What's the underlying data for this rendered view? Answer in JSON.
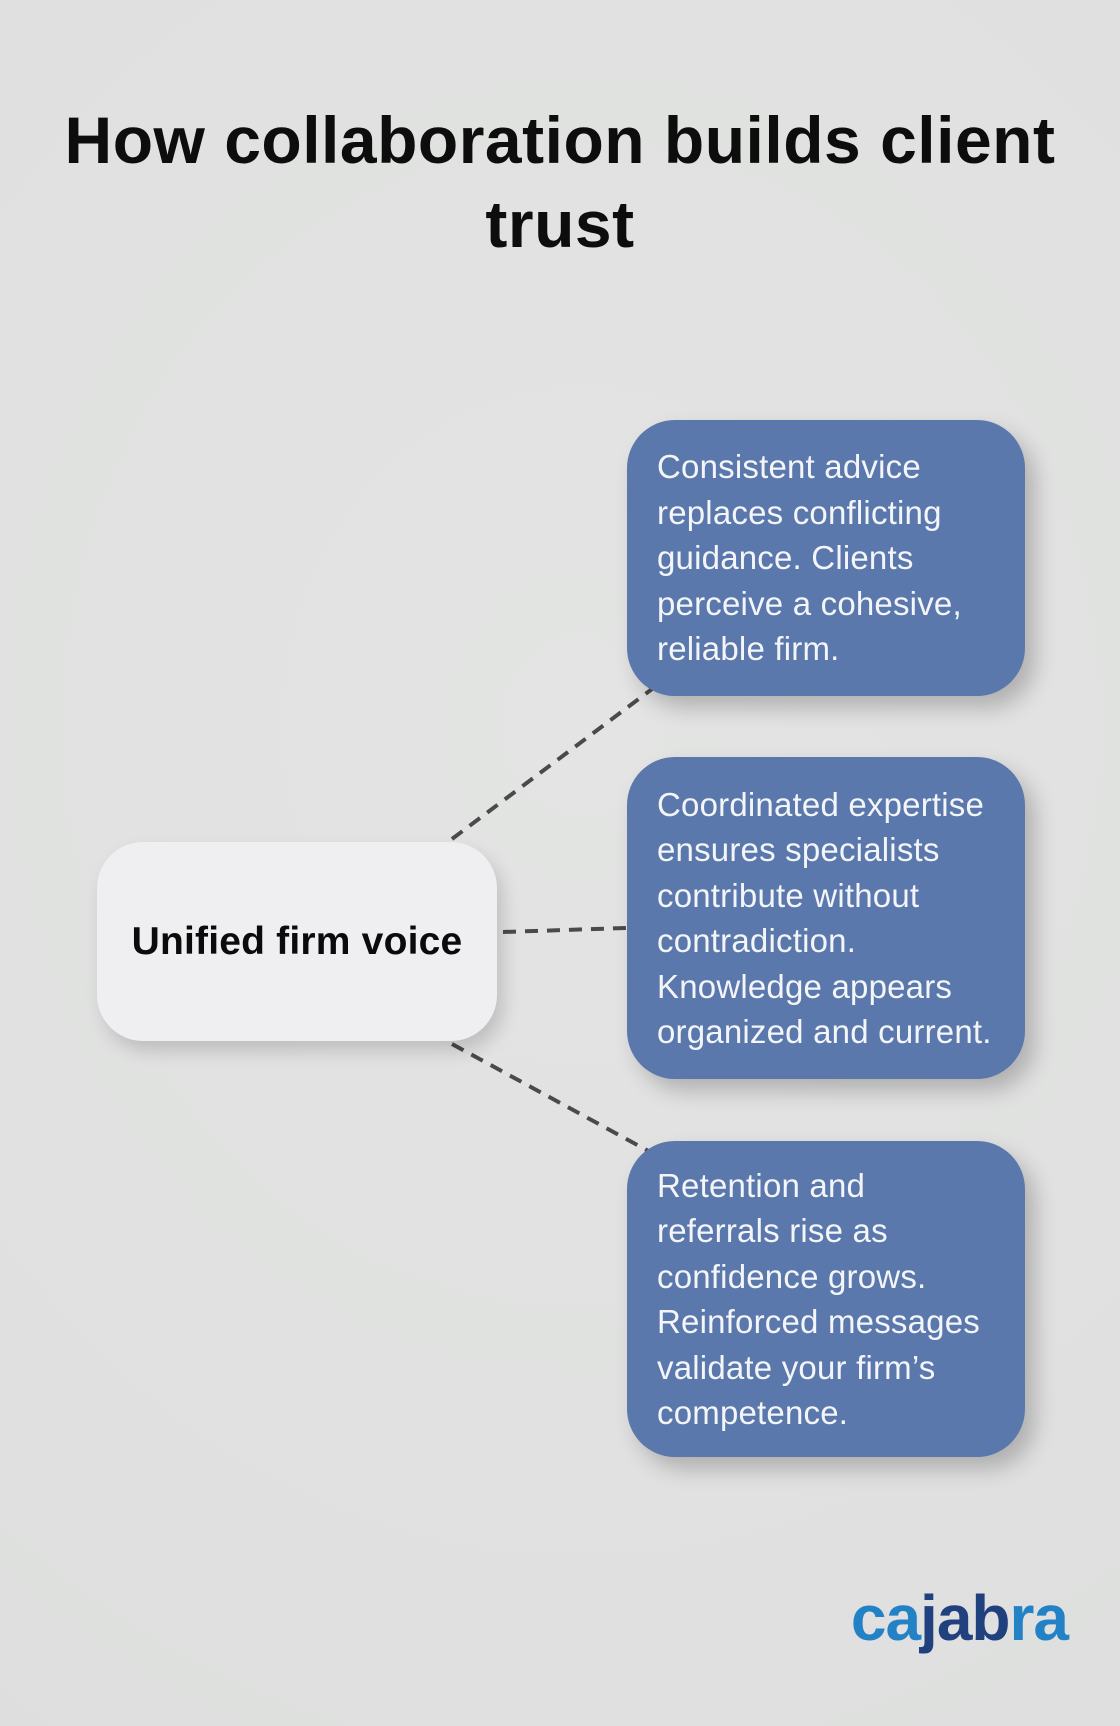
{
  "title": "How collaboration builds client\ntrust",
  "center_node": {
    "label": "Unified firm voice"
  },
  "cards": [
    {
      "text": "Consistent advice\nreplaces conflicting\nguidance. Clients\nperceive a cohesive,\nreliable firm."
    },
    {
      "text": "Coordinated expertise\nensures specialists\ncontribute without\ncontradiction.\nKnowledge appears\norganized and current."
    },
    {
      "text": "Retention and\nreferrals rise as\nconfidence grows.\nReinforced messages\nvalidate your firm’s\ncompetence."
    }
  ],
  "logo": {
    "part1": "ca",
    "part2": "jab",
    "part3": "ra"
  },
  "colors": {
    "background": "#e0e1e0",
    "card_blue": "#5b78ac",
    "card_text": "#f3f5f8",
    "center_node_fill": "#efeff1",
    "connector_gray": "#4a4a4a",
    "title_text": "#0d0d0d",
    "logo_light_blue": "#2382c6",
    "logo_navy": "#21417e"
  }
}
